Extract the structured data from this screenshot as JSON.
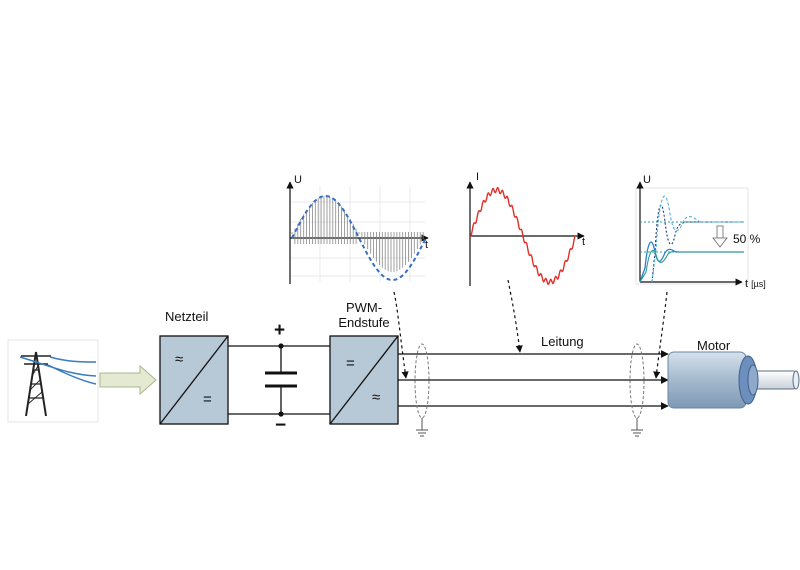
{
  "labels": {
    "power_supply": "Netzteil",
    "pwm_stage_line1": "PWM-",
    "pwm_stage_line2": "Endstufe",
    "cable": "Leitung",
    "motor": "Motor"
  },
  "symbols": {
    "ac": "≈",
    "dc": "=",
    "plus": "+",
    "minus": "−"
  },
  "inset_voltage_pwm": {
    "y_axis": "U",
    "x_axis": "t"
  },
  "inset_current": {
    "y_axis": "I",
    "x_axis": "t"
  },
  "inset_voltage_motor": {
    "y_axis": "U",
    "x_axis": "t",
    "x_unit": "[µs]",
    "reduction_label": "50 %"
  },
  "colors": {
    "converter_fill": "#b7c8d6",
    "pwm_sine": "#3a6fbf",
    "current_wave": "#e0302a",
    "motor_body": "#a9bdd0",
    "motor_flange": "#6d8fbd",
    "pylon_lines": "#3a7cc0",
    "arrow_fill": "#e4ead2",
    "wave_light_blue": "#5aaee0",
    "wave_teal": "#2a9e90",
    "wave_dark": "#1f3f6e"
  }
}
